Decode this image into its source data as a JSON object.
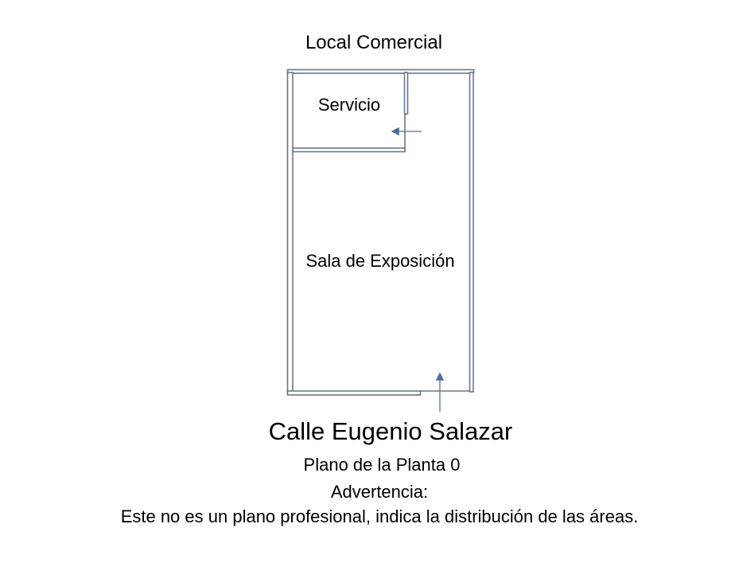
{
  "title": "Local Comercial",
  "rooms": {
    "service": "Servicio",
    "showroom": "Sala de Exposición"
  },
  "street": "Calle Eugenio Salazar",
  "plan_label": "Plano de la Planta 0",
  "warning_title": "Advertencia:",
  "warning_text": "Este no es un plano profesional, indica la distribución de las áreas.",
  "colors": {
    "wall": "#6a7788",
    "arrow": "#4a6fa0"
  }
}
